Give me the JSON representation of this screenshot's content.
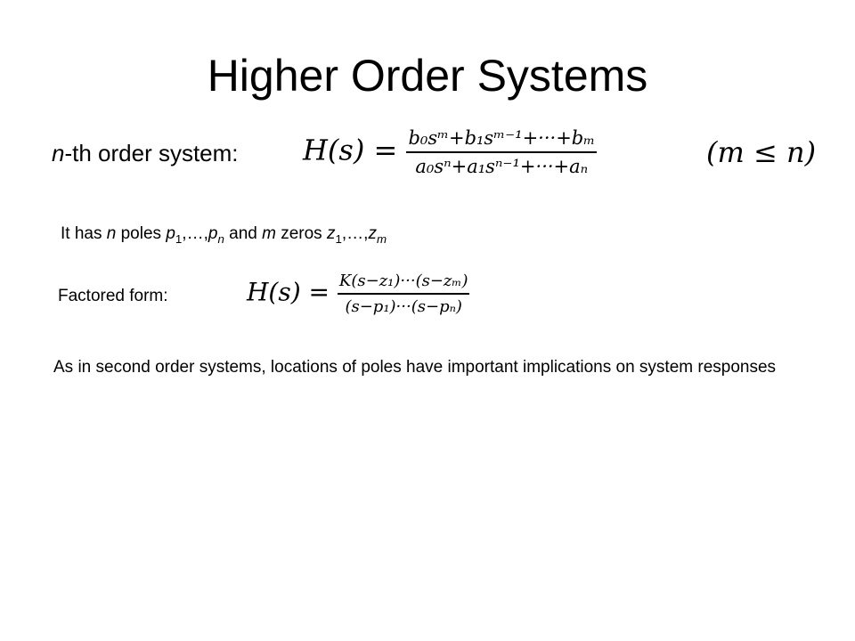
{
  "title": "Higher Order Systems",
  "nth_order": {
    "label_var": "n",
    "label_rest": "-th order system:",
    "lhs": "H(s) =",
    "numerator": "b₀sᵐ+b₁sᵐ⁻¹+···+bₘ",
    "denominator": "a₀sⁿ+a₁sⁿ⁻¹+···+aₙ",
    "condition": "(m ≤ n)"
  },
  "poles_zeros": {
    "p1": "It has ",
    "n1": "n",
    "p2": " poles ",
    "pvar": "p",
    "psub1": "1",
    "sep1": ",…,",
    "pvar2": "p",
    "psubn": "n",
    "p3": " and ",
    "m1": "m",
    "p4": " zeros ",
    "zvar": "z",
    "zsub1": "1",
    "sep2": ",…,",
    "zvar2": "z",
    "zsubm": "m"
  },
  "factored": {
    "label": "Factored form:",
    "lhs": "H(s) =",
    "numerator": "K(s−z₁)···(s−zₘ)",
    "denominator": "(s−p₁)···(s−pₙ)"
  },
  "implications": "As in second order systems, locations of poles have important implications on system responses"
}
